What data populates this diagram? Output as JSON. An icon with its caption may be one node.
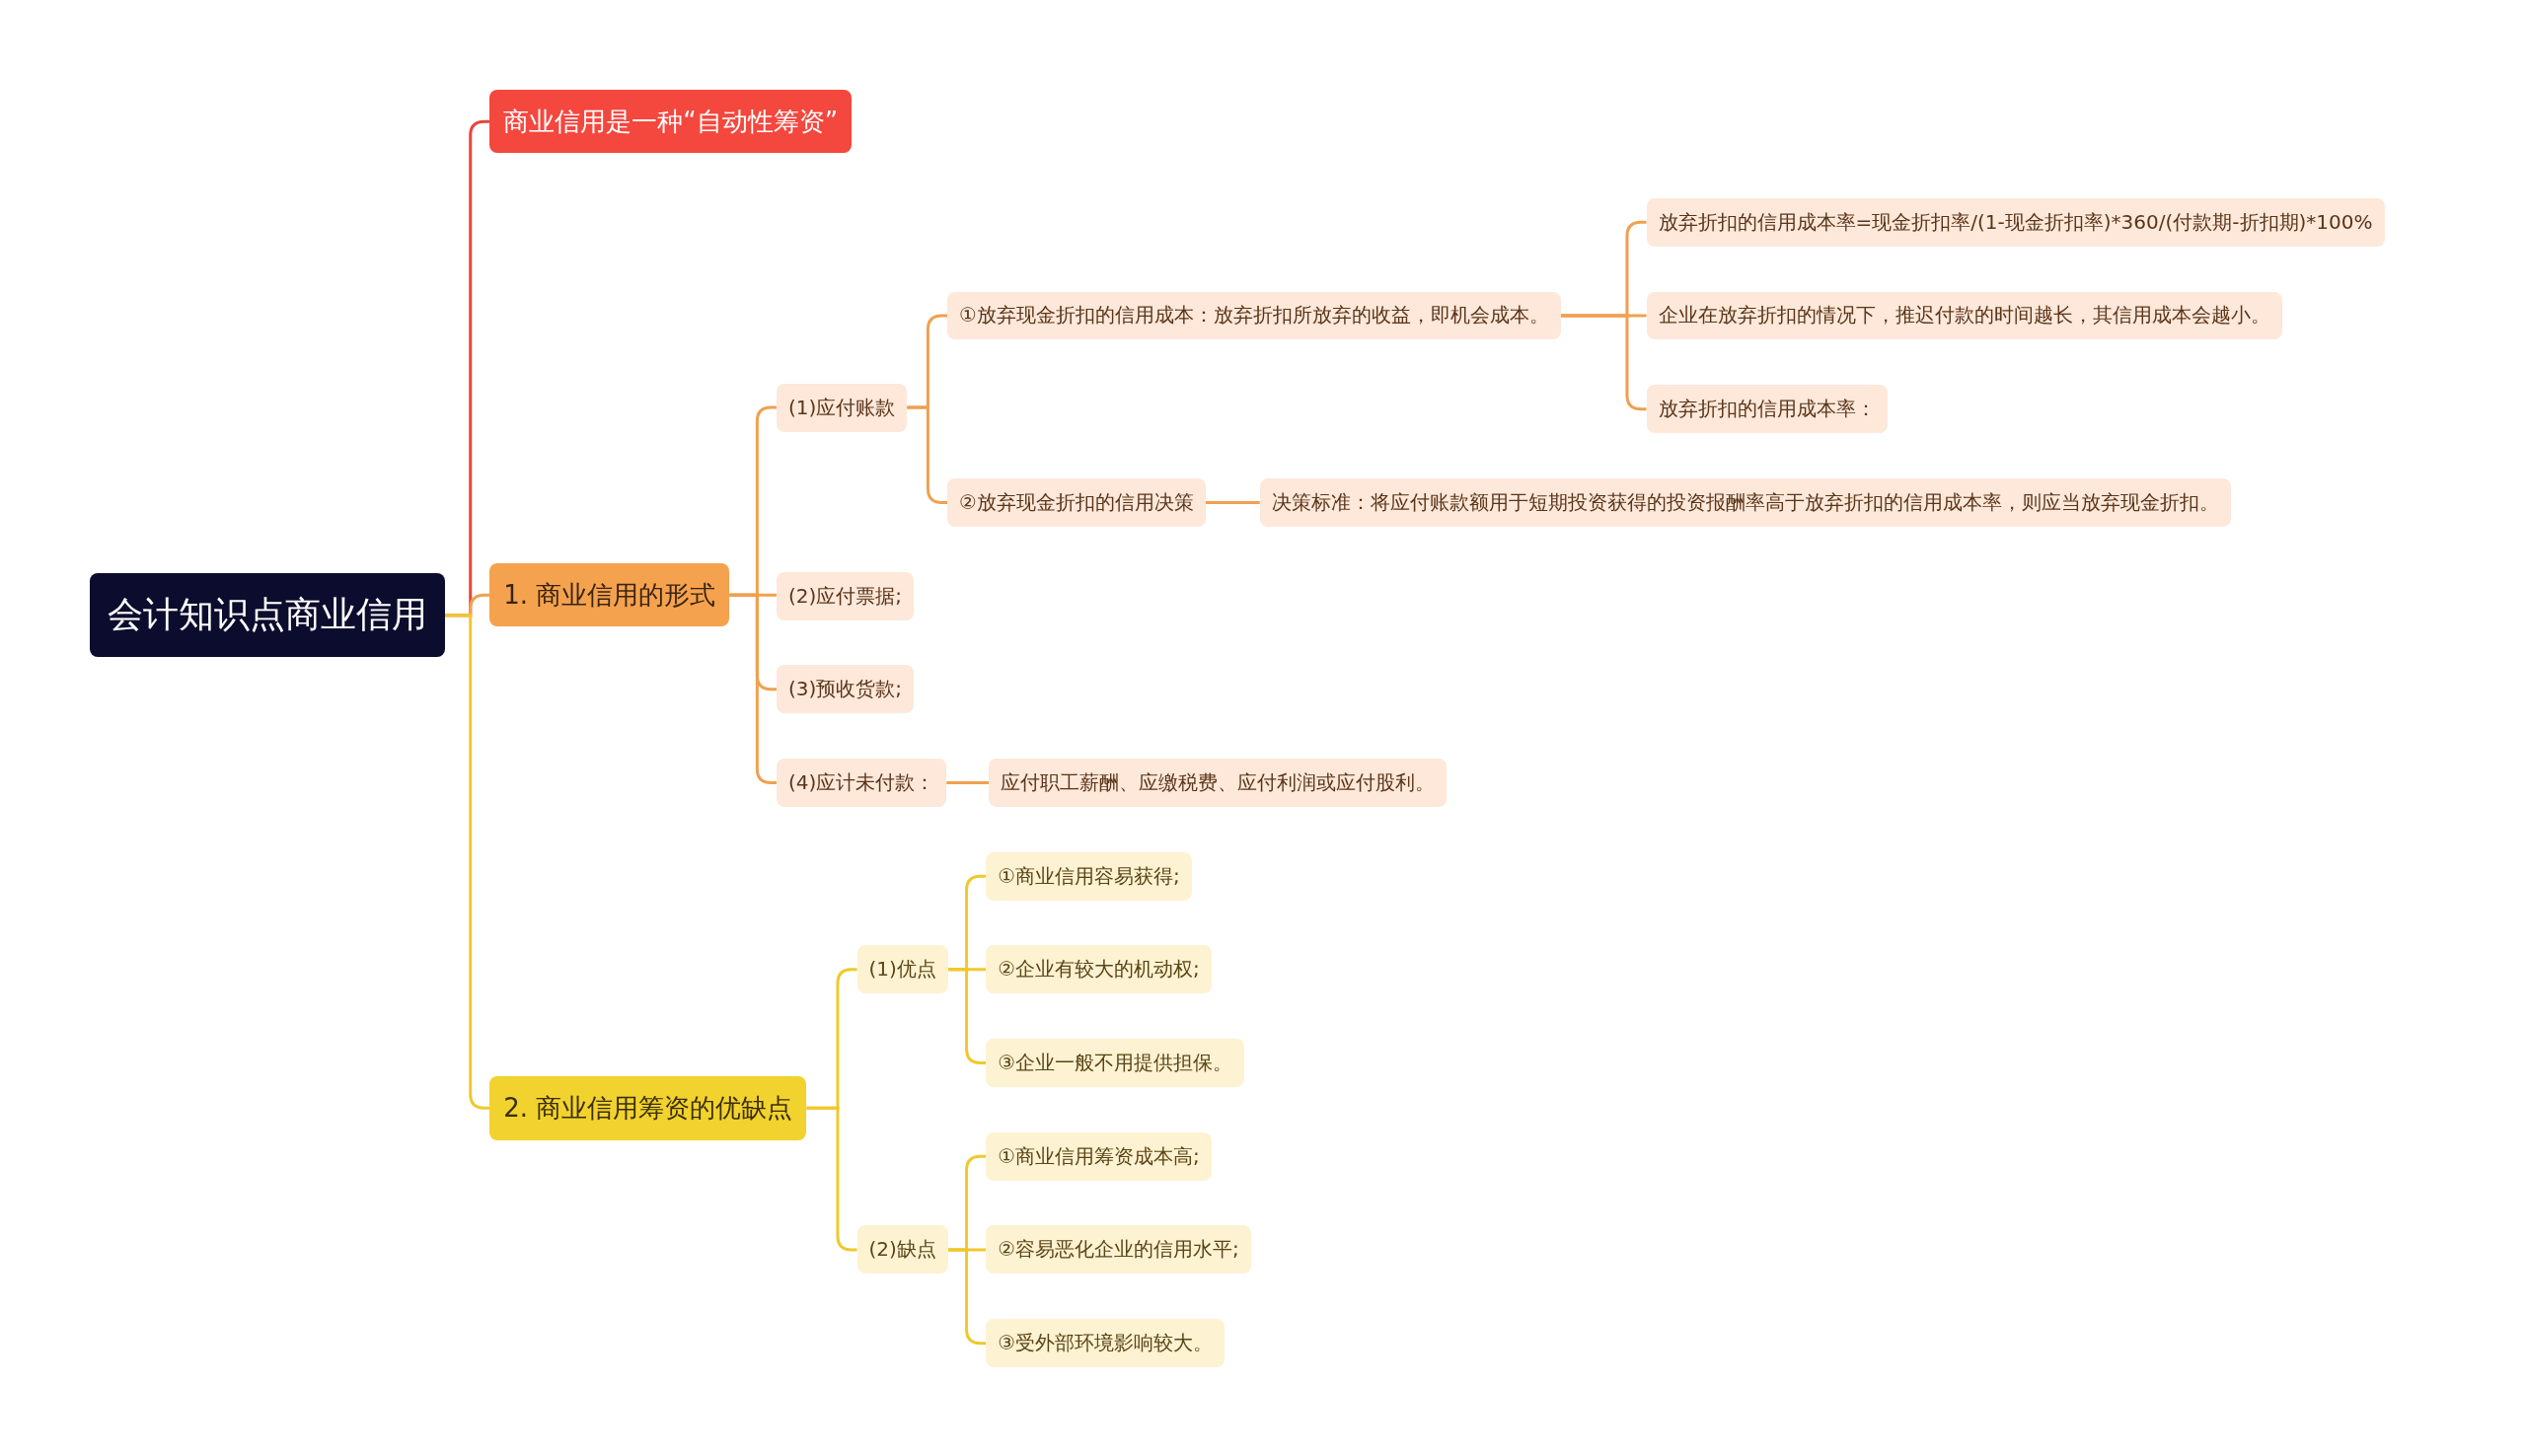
{
  "diagram": {
    "nodes": [
      {
        "text": [
          "会计知识点商业信用"
        ]
      },
      {
        "text": [
          "商业信用是一种“自动性筹资”"
        ]
      },
      {
        "text": [
          "1. 商业信用的形式"
        ]
      },
      {
        "text": [
          "(1)应付账款"
        ]
      },
      {
        "text": [
          "①放弃现金折扣的信用成本：放弃折扣所放弃的收益，即机会成本。"
        ]
      },
      {
        "text": [
          "放弃折扣的信用成本率=现金折扣率/(1-现金折扣率)*360/(付款期-折扣期)*100%"
        ]
      },
      {
        "text": [
          "企业在放弃折扣的情况下，推迟付款的时间越长，其信用成本会越小。"
        ]
      },
      {
        "text": [
          "放弃折扣的信用成本率："
        ]
      },
      {
        "text": [
          "②放弃现金折扣的信用决策"
        ]
      },
      {
        "text": [
          "决策标准：将应付账款额用于短期投资获得的投资报酬率高于放弃折扣的信用成本率，则应当放弃现金折扣。"
        ]
      },
      {
        "text": [
          "(2)应付票据;"
        ]
      },
      {
        "text": [
          "(3)预收货款;"
        ]
      },
      {
        "text": [
          "(4)应计未付款："
        ]
      },
      {
        "text": [
          "应付职工薪酬、应缴税费、应付利润或应付股利。"
        ]
      },
      {
        "text": [
          "2. 商业信用筹资的优缺点"
        ]
      },
      {
        "text": [
          "(1)优点"
        ]
      },
      {
        "text": [
          "①商业信用容易获得;"
        ]
      },
      {
        "text": [
          "②企业有较大的机动权;"
        ]
      },
      {
        "text": [
          "③企业一般不用提供担保。"
        ]
      },
      {
        "text": [
          "(2)缺点"
        ]
      },
      {
        "text": [
          "①商业信用筹资成本高;"
        ]
      },
      {
        "text": [
          "②容易恶化企业的信用水平;"
        ]
      },
      {
        "text": [
          "③受外部环境影响较大。"
        ]
      }
    ],
    "edges": [
      {
        "from": 0,
        "to": 1,
        "arrow": "none",
        "color": "#e8453c"
      },
      {
        "from": 0,
        "to": 2,
        "arrow": "none"
      },
      {
        "from": 2,
        "to": 3,
        "arrow": "none"
      },
      {
        "from": 3,
        "to": 4,
        "arrow": "none"
      },
      {
        "from": 4,
        "to": 5,
        "arrow": "none"
      },
      {
        "from": 4,
        "to": 6,
        "arrow": "none"
      },
      {
        "from": 4,
        "to": 7,
        "arrow": "none"
      },
      {
        "from": 3,
        "to": 8,
        "arrow": "none"
      },
      {
        "from": 8,
        "to": 9,
        "arrow": "none"
      },
      {
        "from": 2,
        "to": 10,
        "arrow": "none"
      },
      {
        "from": 2,
        "to": 11,
        "arrow": "none"
      },
      {
        "from": 2,
        "to": 12,
        "arrow": "none"
      },
      {
        "from": 12,
        "to": 13,
        "arrow": "none"
      },
      {
        "from": 0,
        "to": 14,
        "arrow": "none",
        "color": "#efc92c"
      },
      {
        "from": 14,
        "to": 15,
        "arrow": "none",
        "color": "#efc92c"
      },
      {
        "from": 15,
        "to": 16,
        "arrow": "none",
        "color": "#efc92c"
      },
      {
        "from": 15,
        "to": 17,
        "arrow": "none",
        "color": "#efc92c"
      },
      {
        "from": 15,
        "to": 18,
        "arrow": "none",
        "color": "#efc92c"
      },
      {
        "from": 14,
        "to": 19,
        "arrow": "none",
        "color": "#efc92c"
      },
      {
        "from": 19,
        "to": 20,
        "arrow": "none",
        "color": "#efc92c"
      },
      {
        "from": 19,
        "to": 21,
        "arrow": "none",
        "color": "#efc92c"
      },
      {
        "from": 19,
        "to": 22,
        "arrow": "none",
        "color": "#efc92c"
      }
    ]
  }
}
